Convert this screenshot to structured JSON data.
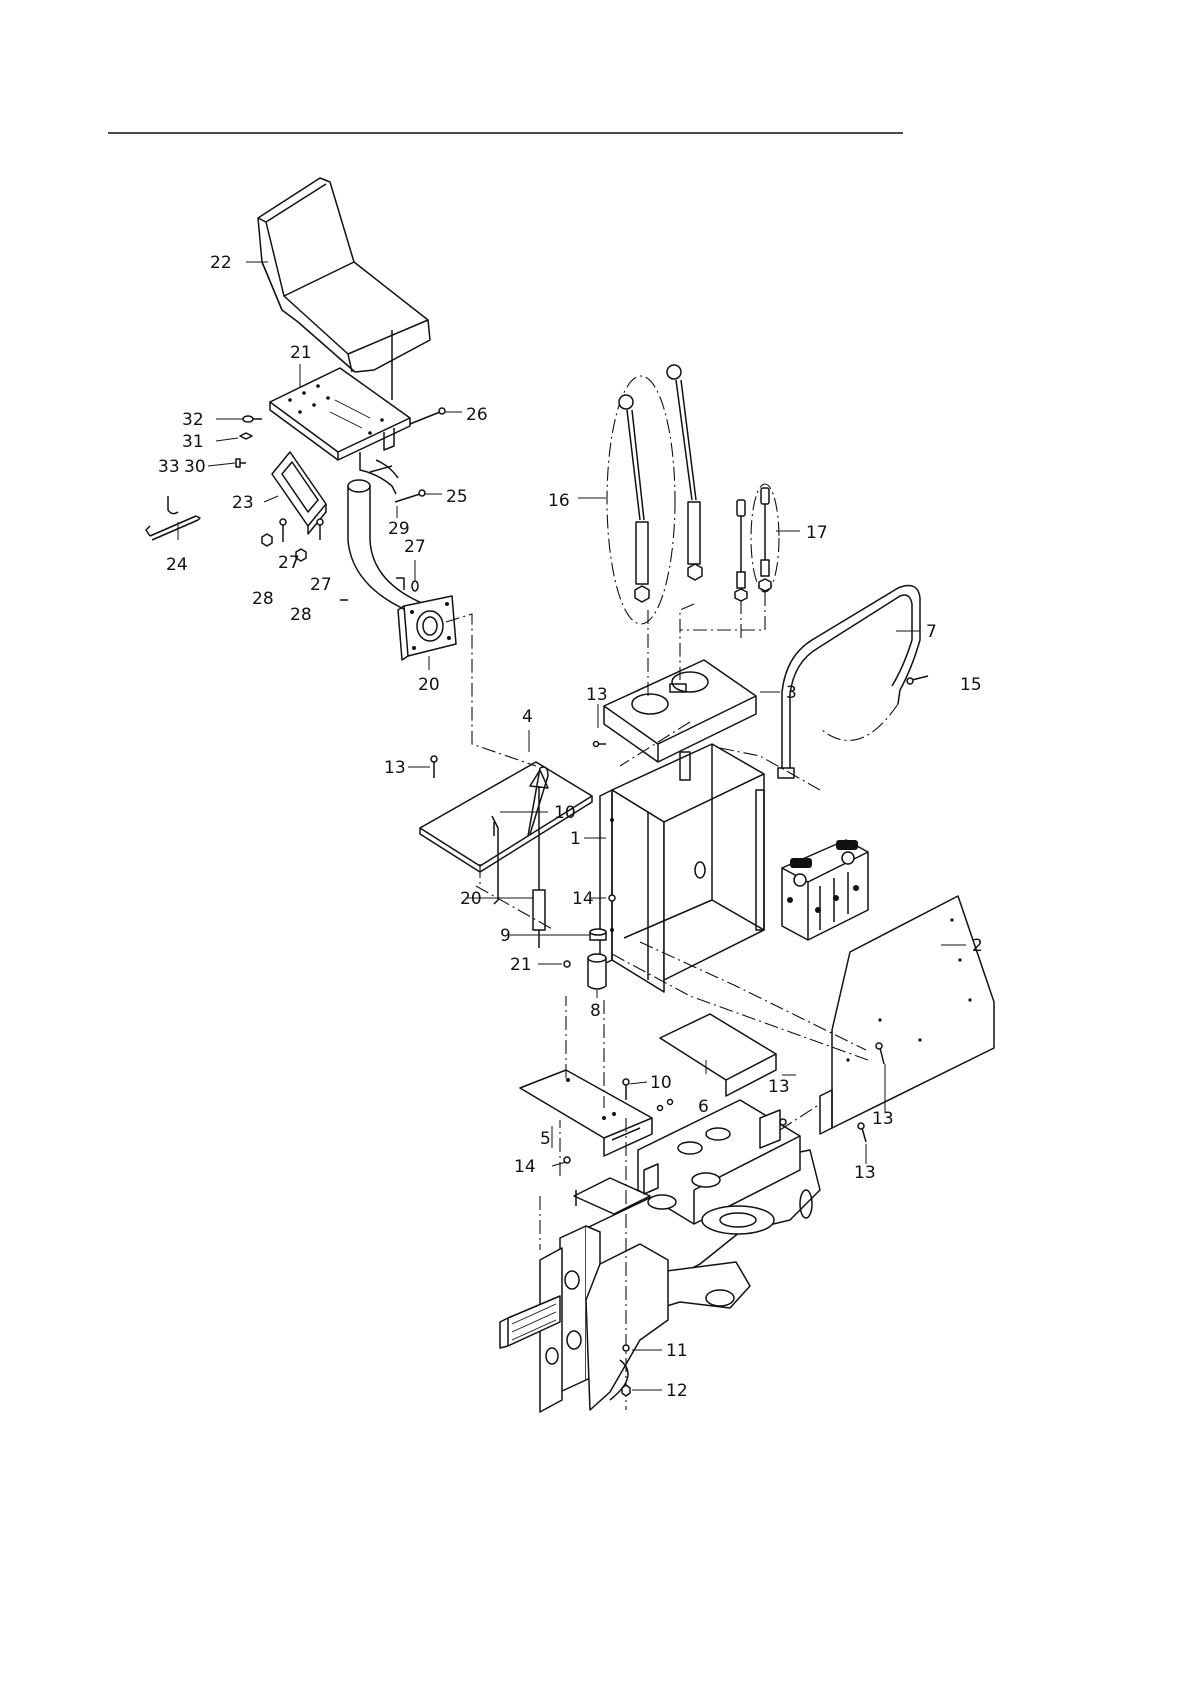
{
  "header": {
    "rule_visible": true
  },
  "drawing": {
    "subject": "exploded-view parts drawing",
    "part_labels": [
      "1",
      "2",
      "3",
      "4",
      "5",
      "6",
      "7",
      "8",
      "9",
      "10",
      "10",
      "11",
      "12",
      "13",
      "13",
      "13",
      "13",
      "13",
      "14",
      "14",
      "15",
      "16",
      "17",
      "20",
      "20",
      "21",
      "21",
      "22",
      "23",
      "24",
      "25",
      "26",
      "27",
      "27",
      "27",
      "28",
      "28",
      "29",
      "30",
      "31",
      "32",
      "33"
    ]
  }
}
